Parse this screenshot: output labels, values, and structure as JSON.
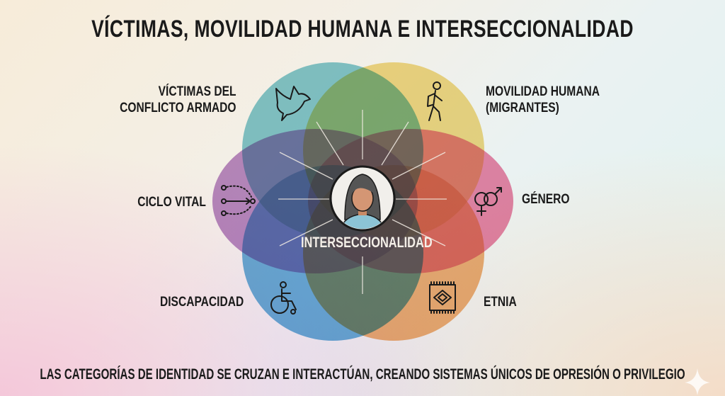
{
  "title": "VÍCTIMAS, MOVILIDAD HUMANA E INTERSECCIONALIDAD",
  "categories": {
    "victimas": {
      "line1": "VÍCTIMAS DEL",
      "line2": "CONFLICTO ARMADO",
      "icon": "dove-icon",
      "color": "#5bb8c4"
    },
    "movilidad": {
      "line1": "MOVILIDAD HUMANA",
      "line2": "(MIGRANTES)",
      "icon": "hiker-icon",
      "color": "#f0cf5e"
    },
    "ciclo": {
      "label": "CICLO VITAL",
      "icon": "life-cycle-icon",
      "color": "#a567b8"
    },
    "genero": {
      "label": "GÉNERO",
      "icon": "gender-symbols-icon",
      "color": "#e6558a"
    },
    "discapacidad": {
      "label": "DISCAPACIDAD",
      "icon": "wheelchair-icon",
      "color": "#3b9ad4"
    },
    "etnia": {
      "label": "ETNIA",
      "icon": "woven-textile-icon",
      "color": "#f09a4a"
    }
  },
  "center": {
    "label": "INTERSECCIONALIDAD",
    "icon": "person-avatar-icon"
  },
  "footer": "LAS CATEGORÍAS DE IDENTIDAD SE CRUZAN E INTERACTÚAN, CREANDO SISTEMAS ÚNICOS DE OPRESIÓN O PRIVILEGIO"
}
